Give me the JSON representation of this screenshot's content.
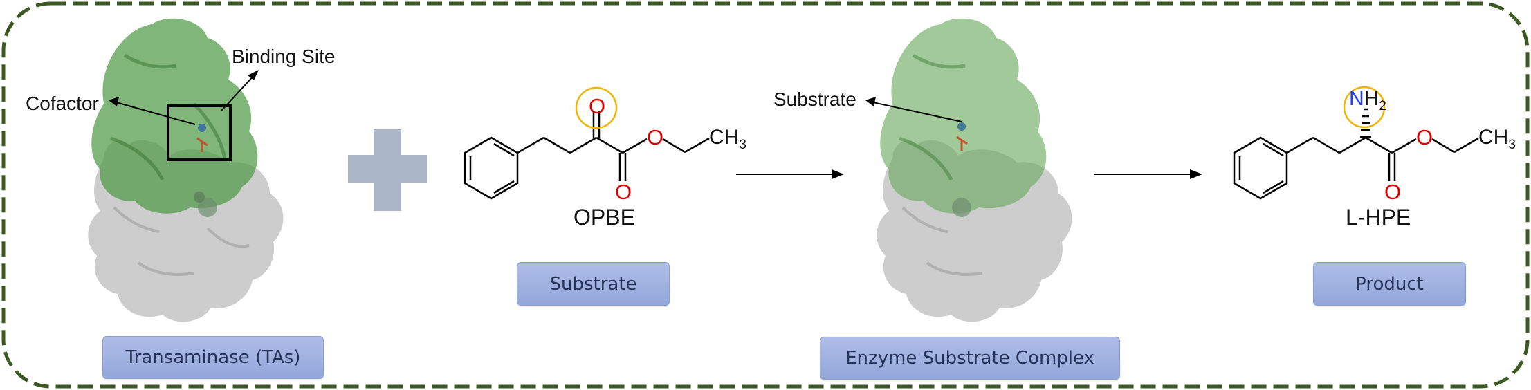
{
  "annotations": {
    "binding_site": "Binding Site",
    "cofactor": "Cofactor",
    "substrate": "Substrate"
  },
  "molecules": {
    "substrate_name": "OPBE",
    "product_name": "L-HPE",
    "atom_o": "O",
    "atom_n": "N",
    "atom_h2": "H",
    "sub2": "2",
    "ch3_c": "CH",
    "ch3_sub": "3"
  },
  "badges": {
    "transaminase": "Transaminase (TAs)",
    "substrate": "Substrate",
    "complex": "Enzyme Substrate Complex",
    "product": "Product"
  },
  "colors": {
    "frame": "#3a5a22",
    "badge": "#9fb0de",
    "highlight_circle": "#f0b400",
    "oxygen": "#e00000",
    "nitrogen": "#1f3cff",
    "plus": "#aab5c8",
    "protein_green": "#5fa04e",
    "protein_grey": "#b9b9b9"
  }
}
